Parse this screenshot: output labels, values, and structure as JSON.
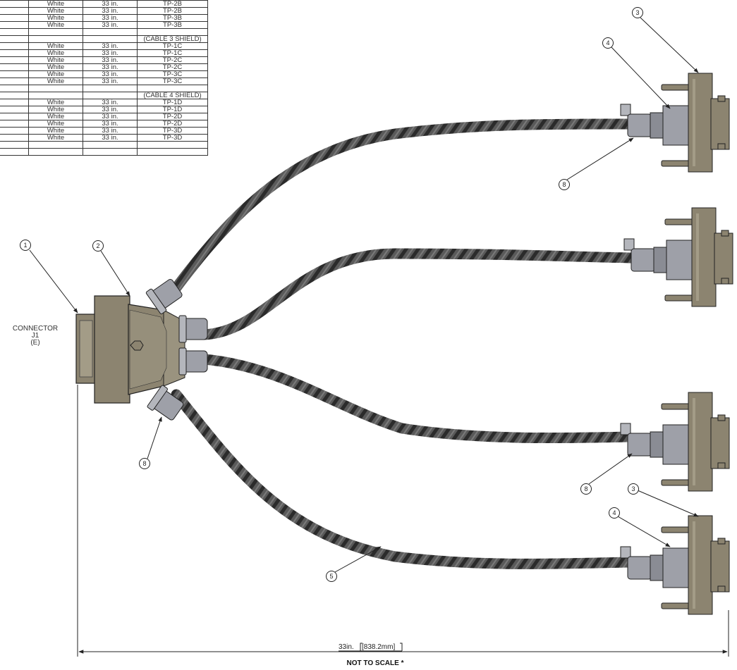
{
  "table": {
    "rows": [
      [
        "",
        "White",
        "33 in.",
        "TP-2B"
      ],
      [
        "",
        "White",
        "33 in.",
        "TP-2B"
      ],
      [
        "",
        "White",
        "33 in.",
        "TP-3B"
      ],
      [
        "",
        "White",
        "33 in.",
        "TP-3B"
      ],
      [
        "",
        "",
        "",
        ""
      ],
      [
        "",
        "",
        "",
        "(CABLE 3 SHIELD)"
      ],
      [
        "",
        "White",
        "33 in.",
        "TP-1C"
      ],
      [
        "",
        "White",
        "33 in.",
        "TP-1C"
      ],
      [
        "",
        "White",
        "33 in.",
        "TP-2C"
      ],
      [
        "",
        "White",
        "33 in.",
        "TP-2C"
      ],
      [
        "",
        "White",
        "33 in.",
        "TP-3C"
      ],
      [
        "",
        "White",
        "33 in.",
        "TP-3C"
      ],
      [
        "",
        "",
        "",
        ""
      ],
      [
        "",
        "",
        "",
        "(CABLE 4 SHIELD)"
      ],
      [
        "",
        "White",
        "33 in.",
        "TP-1D"
      ],
      [
        "",
        "White",
        "33 in.",
        "TP-1D"
      ],
      [
        "",
        "White",
        "33 in.",
        "TP-2D"
      ],
      [
        "",
        "White",
        "33 in.",
        "TP-2D"
      ],
      [
        "",
        "White",
        "33 in.",
        "TP-3D"
      ],
      [
        "",
        "White",
        "33 in.",
        "TP-3D"
      ],
      [
        "",
        "",
        "",
        ""
      ],
      [
        "",
        "",
        "",
        ""
      ]
    ]
  },
  "connector_label": {
    "line1": "CONNECTOR",
    "line2": "J1",
    "line3": "(E)"
  },
  "balloons": {
    "b1": "1",
    "b2": "2",
    "b3a": "3",
    "b3b": "3",
    "b4a": "4",
    "b4b": "4",
    "b5": "5",
    "b8a": "8",
    "b8b": "8",
    "b8c": "8"
  },
  "dimension": {
    "length": "33in.",
    "metric": "[838.2mm]"
  },
  "footer_note": "NOT TO SCALE  *",
  "colors": {
    "connector_body": "#8c8470",
    "connector_light": "#a39c87",
    "cable": "#4e4e4e",
    "cable_stripe": "#2a2a2a",
    "backshell": "#9ea0a8",
    "line": "#222222"
  }
}
